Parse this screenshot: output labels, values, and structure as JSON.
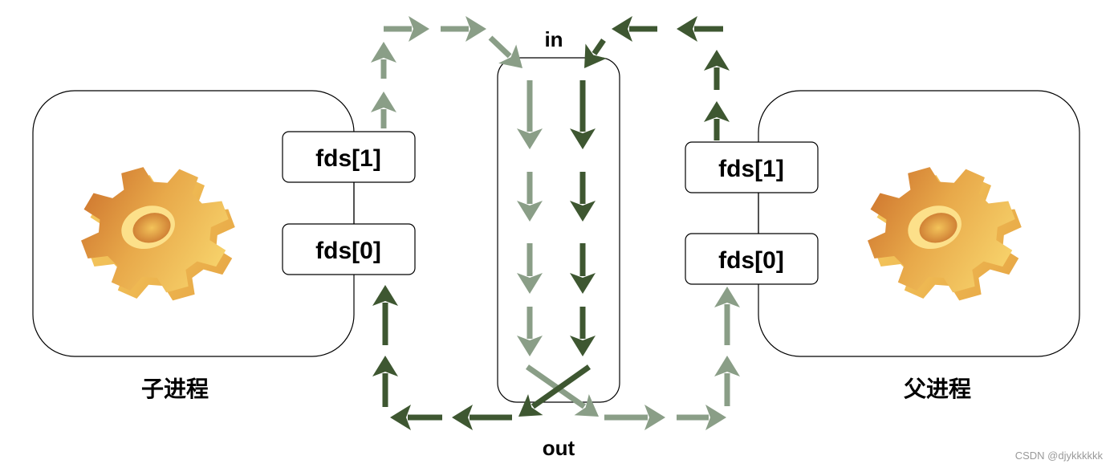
{
  "colors": {
    "light_arrow": "#8A9E87",
    "dark_arrow": "#3E5731",
    "gear_dark": "#D07A2E",
    "gear_light": "#FADB72"
  },
  "child_process": {
    "label": "子进程",
    "fd_write": "fds[1]",
    "fd_read": "fds[0]",
    "icon": "gear-icon"
  },
  "parent_process": {
    "label": "父进程",
    "fd_write": "fds[1]",
    "fd_read": "fds[0]",
    "icon": "gear-icon"
  },
  "pipe": {
    "in_label": "in",
    "out_label": "out"
  },
  "flows": [
    {
      "name": "child-write-flow",
      "color": "light",
      "from": "child fds[1]",
      "to": "parent fds[0]"
    },
    {
      "name": "parent-write-flow",
      "color": "dark",
      "from": "parent fds[1]",
      "to": "child fds[0]"
    }
  ],
  "watermark": "CSDN @djykkkkkk"
}
